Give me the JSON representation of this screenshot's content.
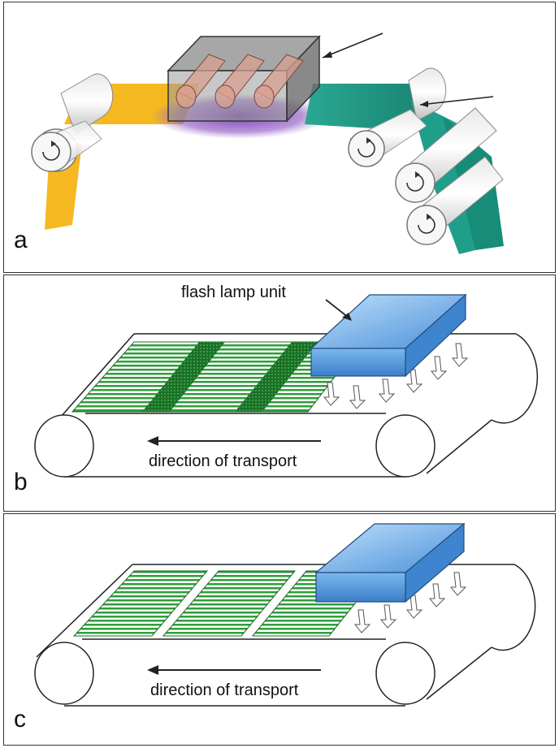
{
  "panels": [
    {
      "label": "a"
    },
    {
      "label": "b",
      "lamp_label": "flash lamp unit",
      "transport_label": "direction of transport"
    },
    {
      "label": "c",
      "transport_label": "direction of transport"
    }
  ],
  "colors": {
    "web_orange": "#F5B820",
    "web_teal": "#1F9E8A",
    "glow": "#7A3FB0",
    "lamp_blue": "#4A90D9",
    "stripe_green": "#2E9E3A"
  }
}
